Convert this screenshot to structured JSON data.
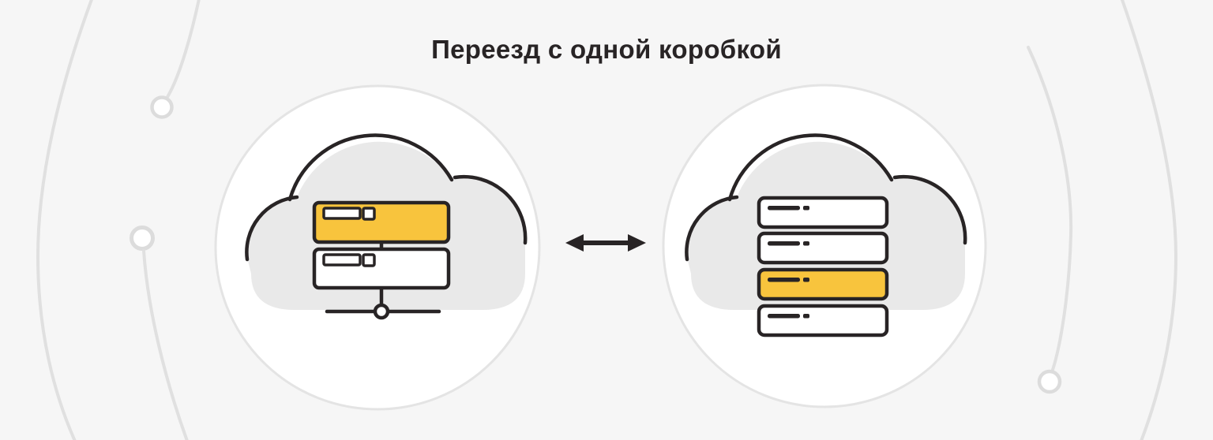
{
  "title": "Переезд с одной коробкой",
  "colors": {
    "background": "#f6f6f6",
    "accent_yellow": "#f8c43d",
    "outline_dark": "#282425",
    "cloud_gray": "#e9e9e9",
    "decor_line_gray": "#e0e0e0",
    "circle_border_gray": "#e4e4e4",
    "white": "#ffffff"
  },
  "icons": {
    "cloud": "cloud-icon",
    "server_box": "server-box-icon",
    "network_node": "network-node-icon",
    "transfer_arrow": "left-right-arrow-icon",
    "decor_dot": "connector-dot-icon"
  },
  "left_cloud": {
    "server_count": 2,
    "highlighted_index": 0,
    "servers": [
      {
        "fill": "#f8c43d"
      },
      {
        "fill": "#ffffff"
      }
    ]
  },
  "right_cloud": {
    "server_count": 4,
    "highlighted_index": 2,
    "servers": [
      {
        "fill": "#ffffff"
      },
      {
        "fill": "#ffffff"
      },
      {
        "fill": "#f8c43d"
      },
      {
        "fill": "#ffffff"
      }
    ]
  }
}
